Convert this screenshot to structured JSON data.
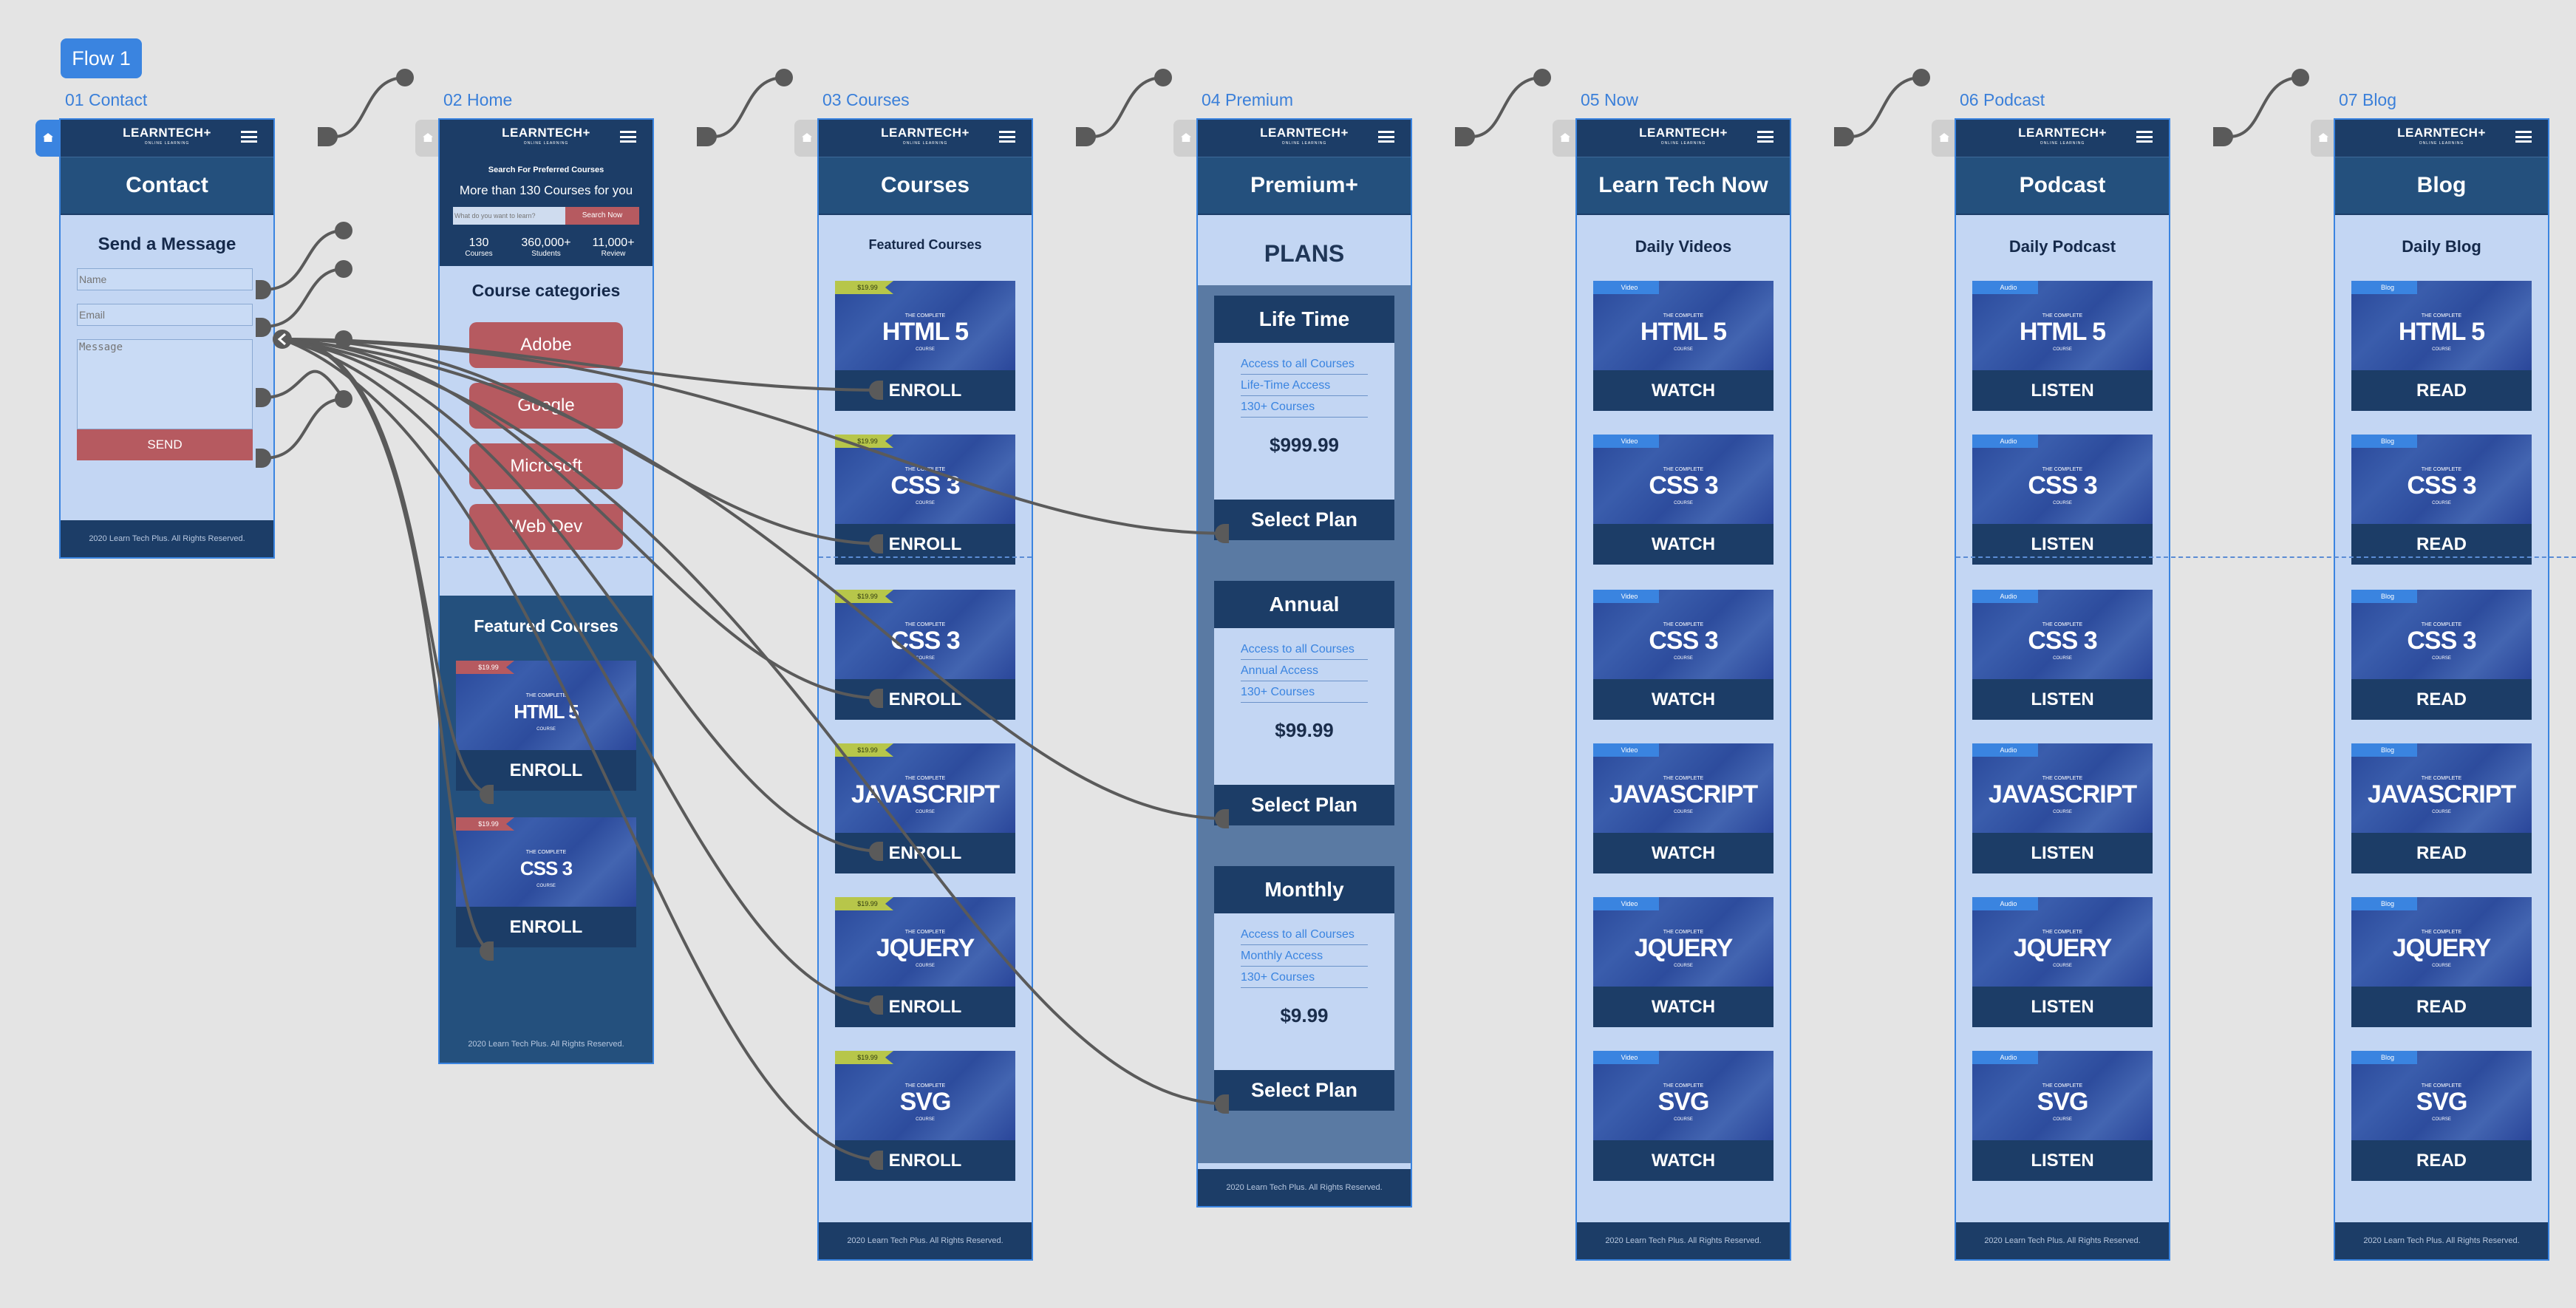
{
  "flow": {
    "label": "Flow 1"
  },
  "common": {
    "logo": "LEARNTECH+",
    "tagline": "ONLINE LEARNING",
    "footer": "2020 Learn Tech Plus. All Rights Reserved.",
    "prefix": "THE COMPLETE",
    "suffix": "COURSE"
  },
  "contact": {
    "name": "01 Contact",
    "title": "Contact",
    "heading": "Send a Message",
    "placeholder_name": "Name",
    "placeholder_email": "Email",
    "placeholder_message": "Message",
    "send": "SEND"
  },
  "home": {
    "name": "02 Home",
    "search_title": "Search For Preferred Courses",
    "search_subtitle": "More than 130 Courses for you",
    "search_placeholder": "What do you want to learn?",
    "search_button": "Search Now",
    "stats": [
      {
        "value": "130",
        "label": "Courses"
      },
      {
        "value": "360,000+",
        "label": "Students"
      },
      {
        "value": "11,000+",
        "label": "Review"
      }
    ],
    "categories_heading": "Course categories",
    "categories": [
      "Adobe",
      "Google",
      "Microsoft",
      "Web Dev"
    ],
    "featured_heading": "Featured Courses",
    "featured": [
      {
        "price": "$19.99",
        "title": "HTML 5",
        "button": "ENROLL"
      },
      {
        "price": "$19.99",
        "title": "CSS 3",
        "button": "ENROLL"
      }
    ]
  },
  "courses": {
    "name": "03 Courses",
    "title": "Courses",
    "heading": "Featured Courses",
    "price": "$19.99",
    "items": [
      "HTML 5",
      "CSS 3",
      "CSS 3",
      "JAVASCRIPT",
      "JQUERY",
      "SVG"
    ],
    "button": "ENROLL"
  },
  "premium": {
    "name": "04 Premium",
    "title": "Premium+",
    "heading": "PLANS",
    "plans": [
      {
        "name": "Life Time",
        "features": [
          "Access to all Courses",
          "Life-Time Access",
          "130+ Courses"
        ],
        "price": "$999.99",
        "button": "Select Plan"
      },
      {
        "name": "Annual",
        "features": [
          "Access to all Courses",
          "Annual Access",
          "130+ Courses"
        ],
        "price": "$99.99",
        "button": "Select Plan"
      },
      {
        "name": "Monthly",
        "features": [
          "Access to all Courses",
          "Monthly Access",
          "130+ Courses"
        ],
        "price": "$9.99",
        "button": "Select Plan"
      }
    ]
  },
  "now": {
    "name": "05 Now",
    "title": "Learn Tech Now",
    "heading": "Daily Videos",
    "badge": "Video",
    "button": "WATCH",
    "items": [
      "HTML 5",
      "CSS 3",
      "CSS 3",
      "JAVASCRIPT",
      "JQUERY",
      "SVG"
    ]
  },
  "podcast": {
    "name": "06 Podcast",
    "title": "Podcast",
    "heading": "Daily Podcast",
    "badge": "Audio",
    "button": "LISTEN",
    "items": [
      "HTML 5",
      "CSS 3",
      "CSS 3",
      "JAVASCRIPT",
      "JQUERY",
      "SVG"
    ]
  },
  "blog": {
    "name": "07 Blog",
    "title": "Blog",
    "heading": "Daily Blog",
    "badge": "Blog",
    "button": "READ",
    "items": [
      "HTML 5",
      "CSS 3",
      "CSS 3",
      "JAVASCRIPT",
      "JQUERY",
      "SVG"
    ]
  },
  "colors": {
    "canvas": "#e4e4e4",
    "accent": "#3a84e0",
    "navy": "#1c3d67",
    "panel": "#c3d6f3",
    "category": "#b65a60",
    "price_badge": "#b7c64a",
    "connector": "#5a5a5a"
  }
}
